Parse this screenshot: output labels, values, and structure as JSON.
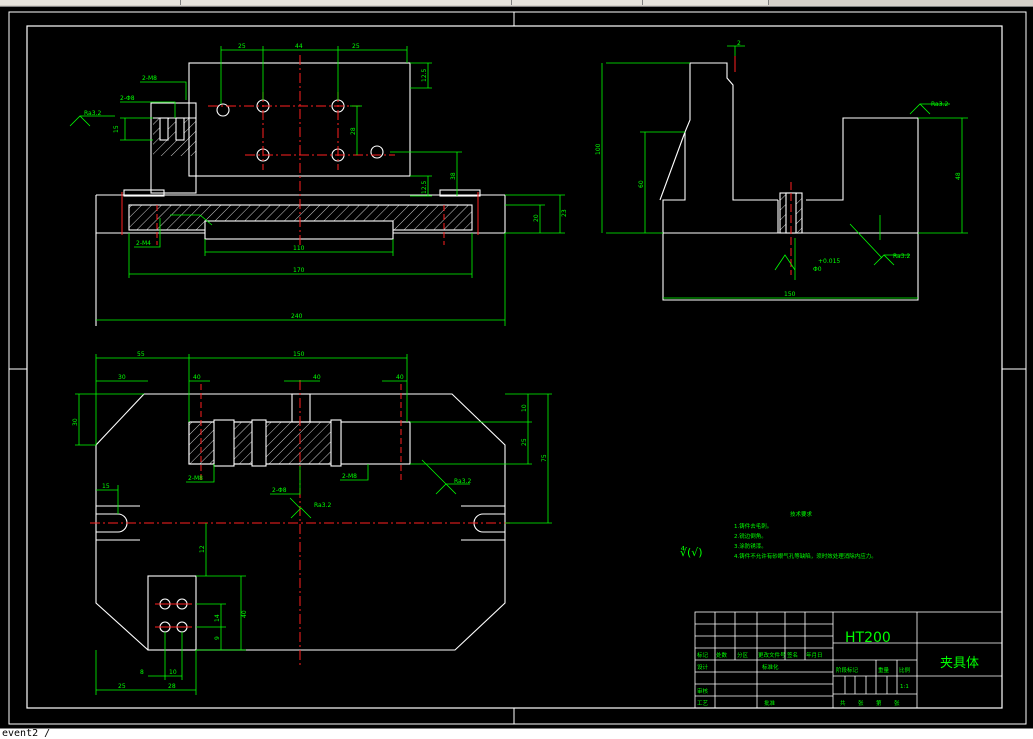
{
  "window": {
    "command_line": "event2 /"
  },
  "drawing": {
    "colors": {
      "background": "#000000",
      "outline": "#ffffff",
      "dimension": "#00ff00",
      "centerline": "#ff2020",
      "hatch": "#ffffff",
      "title_text": "#00ff00"
    },
    "front_view_dims": {
      "d25a": "25",
      "d44": "44",
      "d25b": "25",
      "d12_5a": "12.5",
      "d12_5b": "12.5",
      "d28": "28",
      "d38": "38",
      "d20": "20",
      "d23": "23",
      "d110": "110",
      "d170": "170",
      "d240": "240",
      "d15": "15",
      "m8a": "2-M8",
      "m8b": "2-Φ8",
      "m4": "2-M4",
      "ra_front": "Ra3.2"
    },
    "side_view_dims": {
      "d2": "2",
      "d100": "100",
      "d60": "60",
      "d48": "48",
      "d150": "150",
      "ra_side": "Ra3.2",
      "ra_side2": "Ra3.2",
      "tol": "+0.015",
      "tol_base": "Φ0"
    },
    "top_view_dims": {
      "d55": "55",
      "d150": "150",
      "d30a": "30",
      "d40a": "40",
      "d40b": "40",
      "d40c": "40",
      "d30b": "30",
      "d10": "10",
      "d25": "25",
      "d75": "75",
      "d15": "15",
      "d12": "12",
      "d40": "40",
      "d14": "14",
      "d9": "9",
      "d8": "8",
      "d10b": "10",
      "d25b": "25",
      "d28": "28",
      "m8a": "2-M8",
      "m8b": "2-Φ8",
      "m8c": "2-M8",
      "ra_top": "Ra3.2",
      "ra_top2": "Ra3.2"
    },
    "notes": {
      "title": "技术要求",
      "lines": [
        "1.铸件去毛刺。",
        "2.锐边倒角。",
        "3.涂防锈漆。",
        "4.铸件不允许有砂眼气孔等缺陷，须时效处理消除内应力。"
      ],
      "roughness_symbol": "∜(√)"
    },
    "title_block": {
      "material": "HT200",
      "part_name": "夹具体",
      "scale": "1:1",
      "labels": [
        "标记",
        "处数",
        "分区",
        "更改文件号",
        "签名",
        "年月日",
        "设计",
        "标准化",
        "审核",
        "工艺",
        "批准",
        "阶段标记",
        "重量",
        "比例",
        "共",
        "张",
        "第",
        "张"
      ]
    }
  }
}
